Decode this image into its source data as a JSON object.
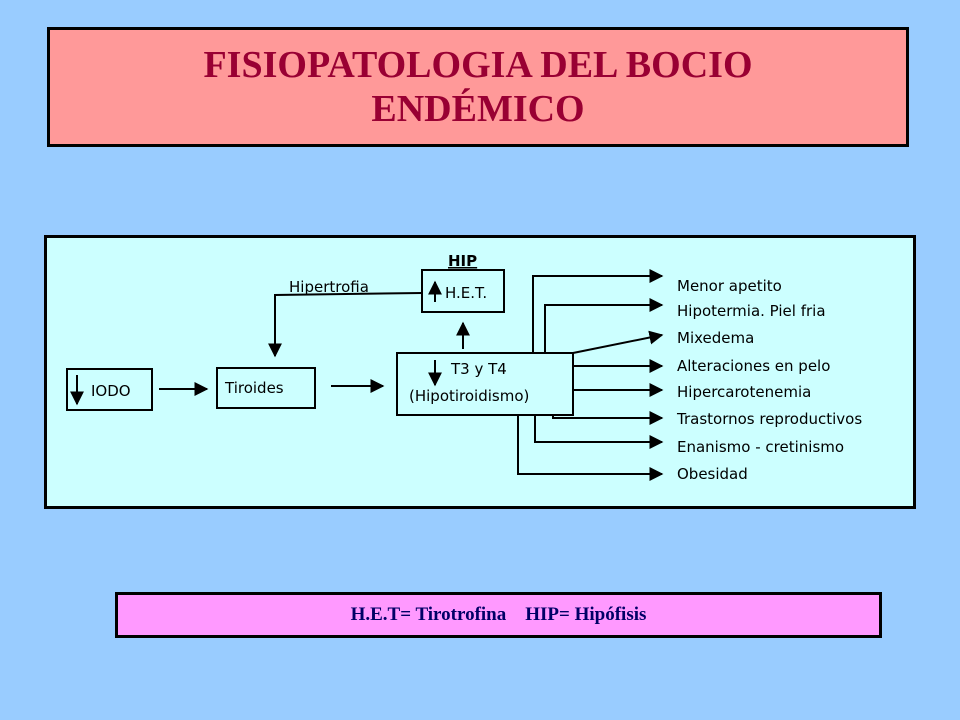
{
  "title": {
    "line1": "FISIOPATOLOGIA DEL BOCIO",
    "line2": "ENDÉMICO"
  },
  "diagram": {
    "iodo": "IODO",
    "tiroides": "Tiroides",
    "hip": "HIP",
    "het": "H.E.T.",
    "hipertrofia": "Hipertrofia",
    "t3t4": "T3 y T4",
    "hipotiroidismo": "(Hipotiroidismo)",
    "effects": [
      "Menor apetito",
      "Hipotermia. Piel fria",
      "Mixedema",
      "Alteraciones en pelo",
      "Hipercarotenemia",
      "Trastornos reproductivos",
      "Enanismo - cretinismo",
      "Obesidad"
    ]
  },
  "legend": {
    "text": "H.E.T= Tirotrofina    HIP= Hipófisis"
  },
  "colors": {
    "background": "#99ccff",
    "title_bg": "#ff9999",
    "title_text": "#990033",
    "diagram_bg": "#ccffff",
    "legend_bg": "#ff99ff",
    "legend_text": "#000066"
  }
}
